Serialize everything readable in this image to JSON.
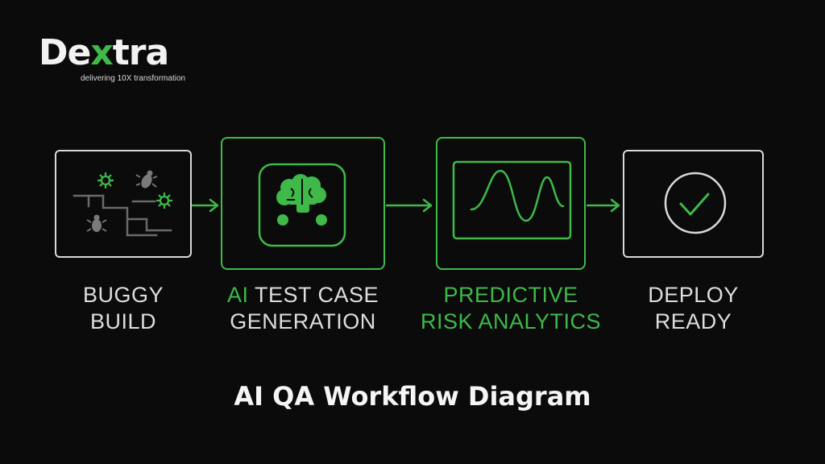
{
  "logo": {
    "wordmark_part1": "De",
    "wordmark_x": "x",
    "wordmark_part2": "tra",
    "tagline": "delivering 10X transformation"
  },
  "steps": [
    {
      "line1": "BUGGY",
      "line2": "BUILD",
      "icon": "bug-icon"
    },
    {
      "line1_accent": "AI",
      "line1_rest": "TEST CASE",
      "line2": "GENERATION",
      "icon": "ai-brain-robot-icon"
    },
    {
      "line1": "PREDICTIVE",
      "line2": "RISK ANALYTICS",
      "icon": "waveform-chart-icon"
    },
    {
      "line1": "DEPLOY",
      "line2": "READY",
      "icon": "checkmark-circle-icon"
    }
  ],
  "title": "AI QA Workflow Diagram",
  "colors": {
    "background": "#0b0b0b",
    "accent_green": "#3fb94a",
    "text_white": "#dedede",
    "box_white": "#d9d9d9"
  }
}
